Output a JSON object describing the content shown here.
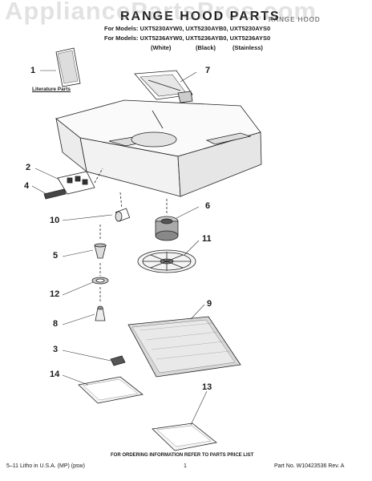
{
  "watermark": "AppliancePartsPros.com",
  "header": {
    "title": "RANGE HOOD PARTS",
    "section": "RANGE HOOD",
    "models_line1": "For Models: UXT5230AYW0, UXT5230AYB0, UXT5230AYS0",
    "models_line2": "For Models: UXT5236AYW0, UXT5236AYB0, UXT5236AYS0",
    "variants": [
      "(White)",
      "(Black)",
      "(Stainless)"
    ]
  },
  "callouts": [
    "1",
    "2",
    "3",
    "4",
    "5",
    "6",
    "7",
    "8",
    "9",
    "10",
    "11",
    "12",
    "13",
    "14"
  ],
  "literature_label": "Literature Parts",
  "footer": {
    "ordering_note": "FOR ORDERING INFORMATION REFER TO PARTS PRICE LIST",
    "left": "5–11 Litho in U.S.A. (MP) (psw)",
    "page": "1",
    "part_no": "Part No. W10423536 Rev. A"
  }
}
